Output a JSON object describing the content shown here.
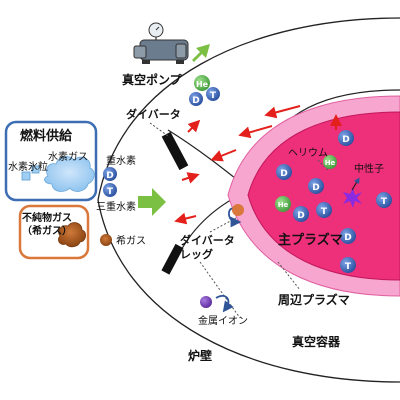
{
  "labels": {
    "vacuum_pump": "真空ポンプ",
    "fuel_supply": "燃料供給",
    "hydrogen_ice": "水素氷粒",
    "hydrogen_gas": "水素ガス",
    "deuterium": "重水素",
    "tritium": "三重水素",
    "impurity_gas": "不純物ガス",
    "noble_gas_paren": "（希ガス）",
    "noble_gas": "希ガス",
    "divertor": "ダイバータ",
    "divertor_leg_1": "ダイバータ",
    "divertor_leg_2": "レッグ",
    "helium": "ヘリウム",
    "neutron": "中性子",
    "main_plasma": "主プラズマ",
    "peripheral_plasma": "周辺プラズマ",
    "metal_ion": "金属イオン",
    "furnace_wall": "炉壁",
    "vacuum_vessel": "真空容器"
  },
  "particles": {
    "he": "He",
    "d": "D",
    "t": "T"
  },
  "colors": {
    "deuterium": "#3a62b8",
    "tritium": "#3a62b8",
    "helium": "#5cb85c",
    "main_plasma": "#ee2f7a",
    "peripheral_plasma": "#f7a6cf",
    "fuel_box": "#3d6eb4",
    "impurity_box": "#d9783a",
    "arrow_green": "#7cc043",
    "arrow_red": "#e3201b"
  }
}
